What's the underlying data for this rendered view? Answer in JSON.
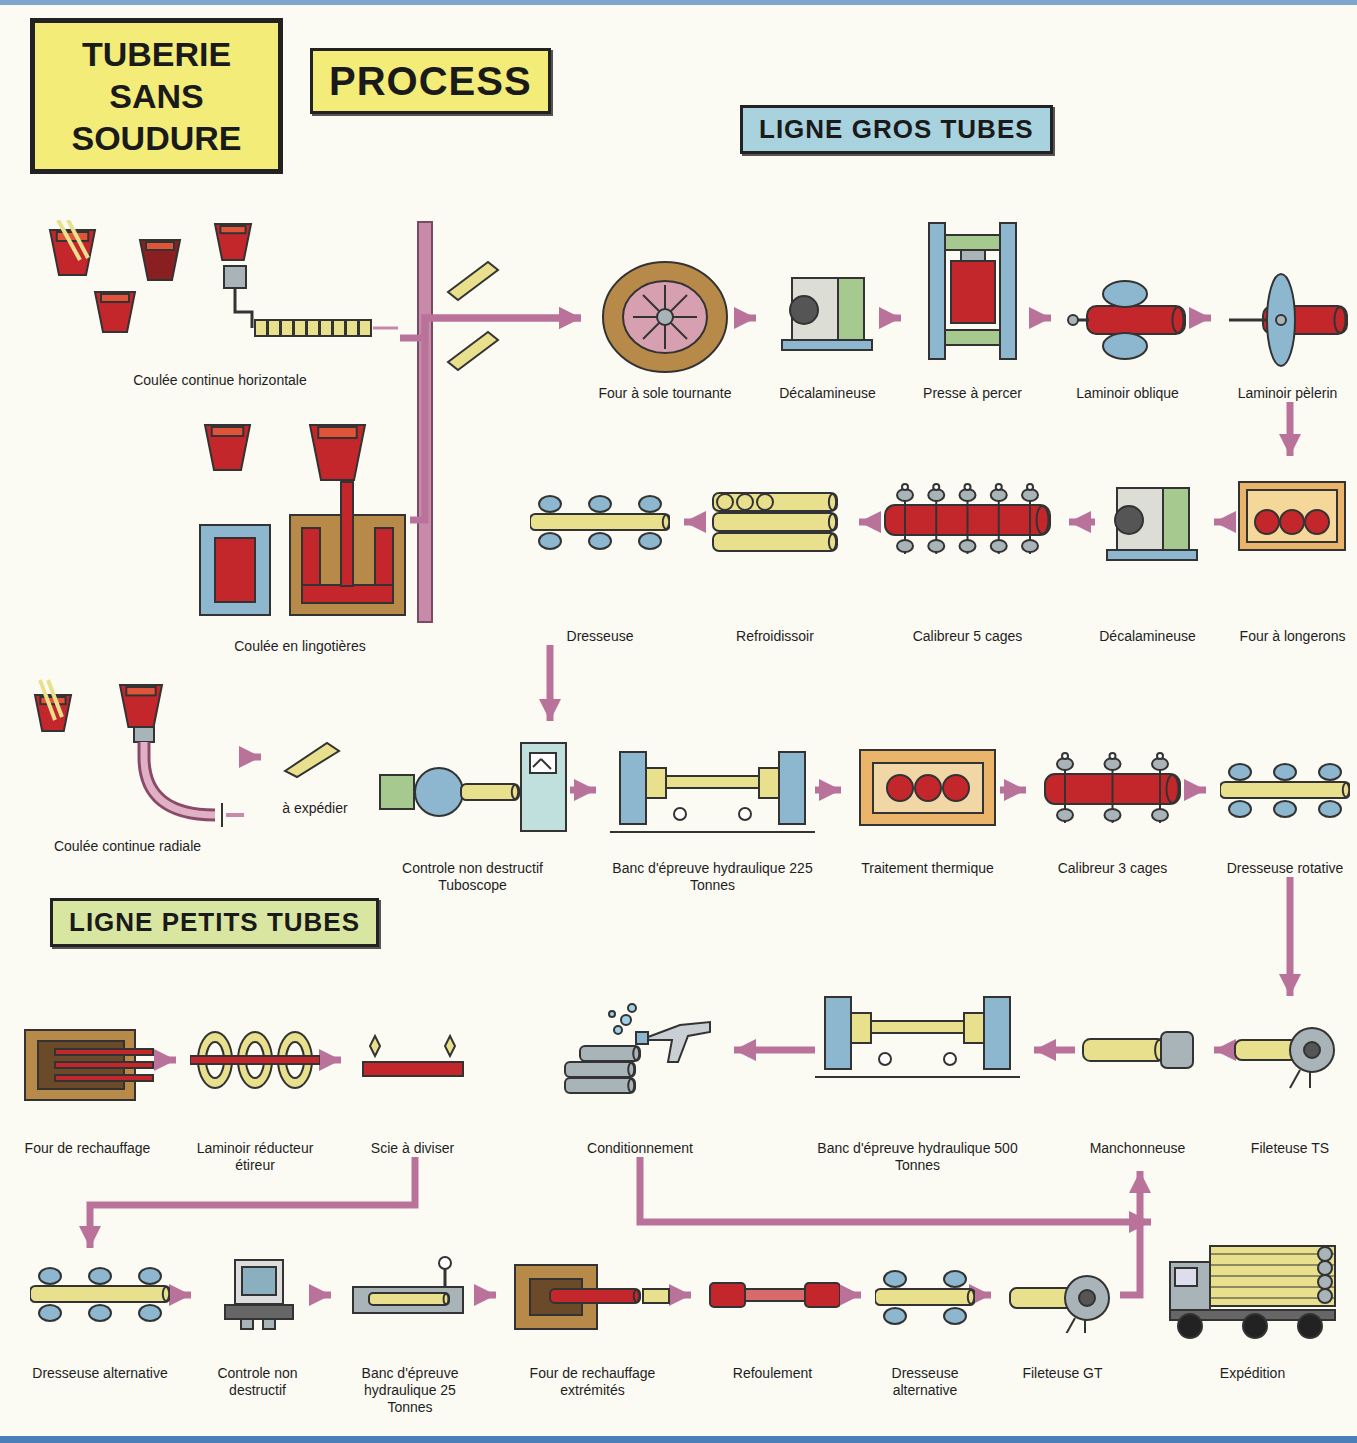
{
  "diagram": {
    "title": "TUBERIE SANS SOUDURE",
    "nodes": [
      {
        "text": [
          "PROCESS"
        ]
      },
      {
        "text": [
          "LIGNE GROS TUBES"
        ]
      },
      {
        "text": [
          "Coulée continue horizontale"
        ]
      },
      {
        "text": [
          "Coulée en lingotières"
        ]
      },
      {
        "text": [
          "Coulée continue radiale"
        ]
      },
      {
        "text": [
          "à expédier"
        ]
      },
      {
        "text": [
          "Four à sole tournante"
        ]
      },
      {
        "text": [
          "Décalamineuse"
        ]
      },
      {
        "text": [
          "Presse à percer"
        ]
      },
      {
        "text": [
          "Laminoir oblique"
        ]
      },
      {
        "text": [
          "Laminoir pèlerin"
        ]
      },
      {
        "text": [
          "Four à longerons"
        ]
      },
      {
        "text": [
          "Décalamineuse"
        ]
      },
      {
        "text": [
          "Calibreur 5 cages"
        ]
      },
      {
        "text": [
          "Refroidissoir"
        ]
      },
      {
        "text": [
          "Dresseuse"
        ]
      },
      {
        "text": [
          "Controle non destructif Tuboscope"
        ]
      },
      {
        "text": [
          "Banc d'épreuve hydraulique 225 Tonnes"
        ]
      },
      {
        "text": [
          "Traitement thermique"
        ]
      },
      {
        "text": [
          "Calibreur 3 cages"
        ]
      },
      {
        "text": [
          "Dresseuse rotative"
        ]
      },
      {
        "text": [
          "Fileteuse TS"
        ]
      },
      {
        "text": [
          "Manchonneuse"
        ]
      },
      {
        "text": [
          "Banc d'épreuve hydraulique 500 Tonnes"
        ]
      },
      {
        "text": [
          "Conditionnement"
        ]
      },
      {
        "text": [
          "Expédition"
        ]
      },
      {
        "text": [
          "LIGNE PETITS TUBES"
        ]
      },
      {
        "text": [
          "Four de rechauffage"
        ]
      },
      {
        "text": [
          "Laminoir réducteur étireur"
        ]
      },
      {
        "text": [
          "Scie à diviser"
        ]
      },
      {
        "text": [
          "Dresseuse alternative"
        ]
      },
      {
        "text": [
          "Controle non destructif"
        ]
      },
      {
        "text": [
          "Banc d'épreuve hydraulique 25 Tonnes"
        ]
      },
      {
        "text": [
          "Four de rechauffage extrémités"
        ]
      },
      {
        "text": [
          "Refoulement"
        ]
      },
      {
        "text": [
          "Dresseuse alternative"
        ]
      },
      {
        "text": [
          "Fileteuse GT"
        ]
      }
    ],
    "edges": [
      {
        "from": 2,
        "to": 6,
        "arrow": "to"
      },
      {
        "from": 3,
        "to": 6,
        "arrow": "to"
      },
      {
        "from": 4,
        "to": 5,
        "arrow": "to"
      },
      {
        "from": 6,
        "to": 7,
        "arrow": "to"
      },
      {
        "from": 7,
        "to": 8,
        "arrow": "to"
      },
      {
        "from": 8,
        "to": 9,
        "arrow": "to"
      },
      {
        "from": 9,
        "to": 10,
        "arrow": "to"
      },
      {
        "from": 10,
        "to": 11,
        "arrow": "to"
      },
      {
        "from": 11,
        "to": 12,
        "arrow": "to"
      },
      {
        "from": 12,
        "to": 13,
        "arrow": "to"
      },
      {
        "from": 13,
        "to": 14,
        "arrow": "to"
      },
      {
        "from": 14,
        "to": 15,
        "arrow": "to"
      },
      {
        "from": 15,
        "to": 16,
        "arrow": "to"
      },
      {
        "from": 16,
        "to": 17,
        "arrow": "to"
      },
      {
        "from": 17,
        "to": 18,
        "arrow": "to"
      },
      {
        "from": 18,
        "to": 19,
        "arrow": "to"
      },
      {
        "from": 19,
        "to": 20,
        "arrow": "to"
      },
      {
        "from": 20,
        "to": 21,
        "arrow": "to"
      },
      {
        "from": 21,
        "to": 22,
        "arrow": "to"
      },
      {
        "from": 22,
        "to": 23,
        "arrow": "to"
      },
      {
        "from": 23,
        "to": 24,
        "arrow": "to"
      },
      {
        "from": 24,
        "to": 25,
        "arrow": "to"
      },
      {
        "from": 27,
        "to": 28,
        "arrow": "to"
      },
      {
        "from": 28,
        "to": 29,
        "arrow": "to"
      },
      {
        "from": 29,
        "to": 30,
        "arrow": "to"
      },
      {
        "from": 30,
        "to": 31,
        "arrow": "to"
      },
      {
        "from": 31,
        "to": 32,
        "arrow": "to"
      },
      {
        "from": 32,
        "to": 33,
        "arrow": "to"
      },
      {
        "from": 33,
        "to": 34,
        "arrow": "to"
      },
      {
        "from": 34,
        "to": 35,
        "arrow": "to"
      },
      {
        "from": 35,
        "to": 36,
        "arrow": "to"
      },
      {
        "from": 36,
        "to": 22,
        "arrow": "to"
      }
    ]
  }
}
